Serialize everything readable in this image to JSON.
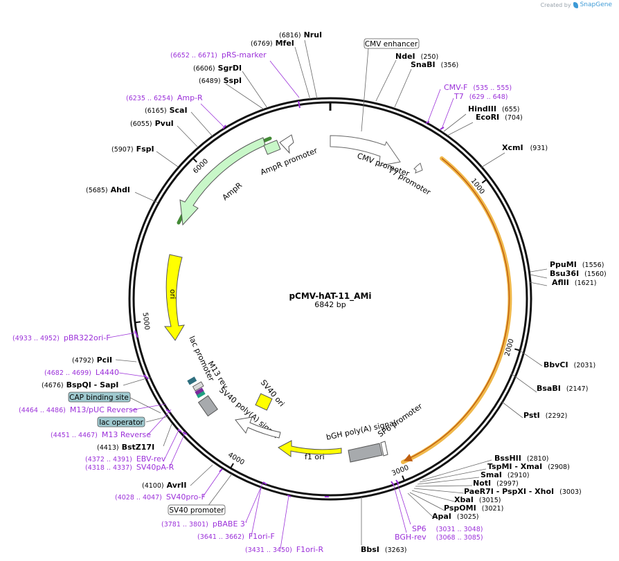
{
  "credit": {
    "prefix": "Created by",
    "brand": "SnapGene"
  },
  "plasmid": {
    "name": "pCMV-hAT-11_AMi",
    "length_text": "6842 bp",
    "length": 6842
  },
  "colors": {
    "enzyme": "#000000",
    "primer": "#9b30d9",
    "ring": "#111111",
    "white_feature": "#ffffff",
    "ori": "#ffff00",
    "ampr": "#c8f7c8",
    "gray": "#a7aaad",
    "orf_highlight": "#f0b84a",
    "amp_highlight": "#2f7d20"
  },
  "scale_ticks": [
    {
      "bp": 1000,
      "label": "1000"
    },
    {
      "bp": 2000,
      "label": "2000"
    },
    {
      "bp": 3000,
      "label": "3000"
    },
    {
      "bp": 4000,
      "label": "4000"
    },
    {
      "bp": 5000,
      "label": "5000"
    },
    {
      "bp": 6000,
      "label": "6000"
    }
  ],
  "enzymes": [
    {
      "name": "NruI",
      "pos": "(6816)"
    },
    {
      "name": "MfeI",
      "pos": "(6769)"
    },
    {
      "name": "SgrDI",
      "pos": "(6606)"
    },
    {
      "name": "SspI",
      "pos": "(6489)"
    },
    {
      "name": "ScaI",
      "pos": "(6165)"
    },
    {
      "name": "PvuI",
      "pos": "(6055)"
    },
    {
      "name": "FspI",
      "pos": "(5907)"
    },
    {
      "name": "AhdI",
      "pos": "(5685)"
    },
    {
      "name": "PciI",
      "pos": "(4792)"
    },
    {
      "name": "BspQI - SapI",
      "pos": "(4676)"
    },
    {
      "name": "BstZ17I",
      "pos": "(4413)"
    },
    {
      "name": "AvrII",
      "pos": "(4100)"
    },
    {
      "name": "NdeI",
      "pos": "(250)"
    },
    {
      "name": "SnaBI",
      "pos": "(356)"
    },
    {
      "name": "HindIII",
      "pos": "(655)"
    },
    {
      "name": "EcoRI",
      "pos": "(704)"
    },
    {
      "name": "XcmI",
      "pos": "(931)"
    },
    {
      "name": "PpuMI",
      "pos": "(1556)"
    },
    {
      "name": "Bsu36I",
      "pos": "(1560)"
    },
    {
      "name": "AflII",
      "pos": "(1621)"
    },
    {
      "name": "BbvCI",
      "pos": "(2031)"
    },
    {
      "name": "BsaBI",
      "pos": "(2147)"
    },
    {
      "name": "PstI",
      "pos": "(2292)"
    },
    {
      "name": "BssHII",
      "pos": "(2810)"
    },
    {
      "name": "TspMI - XmaI",
      "pos": "(2908)"
    },
    {
      "name": "SmaI",
      "pos": "(2910)"
    },
    {
      "name": "NotI",
      "pos": "(2997)"
    },
    {
      "name": "PaeR7I - PspXI - XhoI",
      "pos": "(3003)"
    },
    {
      "name": "XbaI",
      "pos": "(3015)"
    },
    {
      "name": "PspOMI",
      "pos": "(3021)"
    },
    {
      "name": "ApaI",
      "pos": "(3025)"
    },
    {
      "name": "BbsI",
      "pos": "(3263)"
    }
  ],
  "primers": [
    {
      "range": "(6652 .. 6671)",
      "name": "pRS-marker"
    },
    {
      "range": "(6235 .. 6254)",
      "name": "Amp-R"
    },
    {
      "range": "(535 .. 555)",
      "name": "CMV-F"
    },
    {
      "range": "(629 .. 648)",
      "name": "T7"
    },
    {
      "range": "(4933 .. 4952)",
      "name": "pBR322ori-F"
    },
    {
      "range": "(4682 .. 4699)",
      "name": "L4440"
    },
    {
      "range": "(4464 .. 4486)",
      "name": "M13/pUC Reverse"
    },
    {
      "range": "(4451 .. 4467)",
      "name": "M13 Reverse"
    },
    {
      "range": "(4372 .. 4391)",
      "name": "EBV-rev"
    },
    {
      "range": "(4318 .. 4337)",
      "name": "SV40pA-R"
    },
    {
      "range": "(4028 .. 4047)",
      "name": "SV40pro-F"
    },
    {
      "range": "(3781 .. 3801)",
      "name": "pBABE 3'"
    },
    {
      "range": "(3641 .. 3662)",
      "name": "F1ori-F"
    },
    {
      "range": "(3431 .. 3450)",
      "name": "F1ori-R"
    },
    {
      "range": "(3031 .. 3048)",
      "name": "SP6"
    },
    {
      "range": "(3068 .. 3085)",
      "name": "BGH-rev"
    }
  ],
  "boxed_labels": [
    {
      "text": "CMV enhancer",
      "style": "white"
    },
    {
      "text": "CAP binding site",
      "style": "teal"
    },
    {
      "text": "lac operator",
      "style": "teal"
    },
    {
      "text": "SV40 promoter",
      "style": "white"
    }
  ],
  "feature_labels": {
    "ampr_promoter": "AmpR promoter",
    "ampr": "AmpR",
    "cmv_promoter": "CMV promoter",
    "t7_promoter": "T7 promoter",
    "ori": "ori",
    "lac_promoter": "lac promoter",
    "m13_rev": "M13 rev",
    "sv40_polya": "SV40 poly(A) signal",
    "sv40_ori": "SV40 ori",
    "bgh_polya": "bGH poly(A) signal",
    "sp6_promoter": "SP6 promoter",
    "f1_ori": "f1 ori"
  }
}
